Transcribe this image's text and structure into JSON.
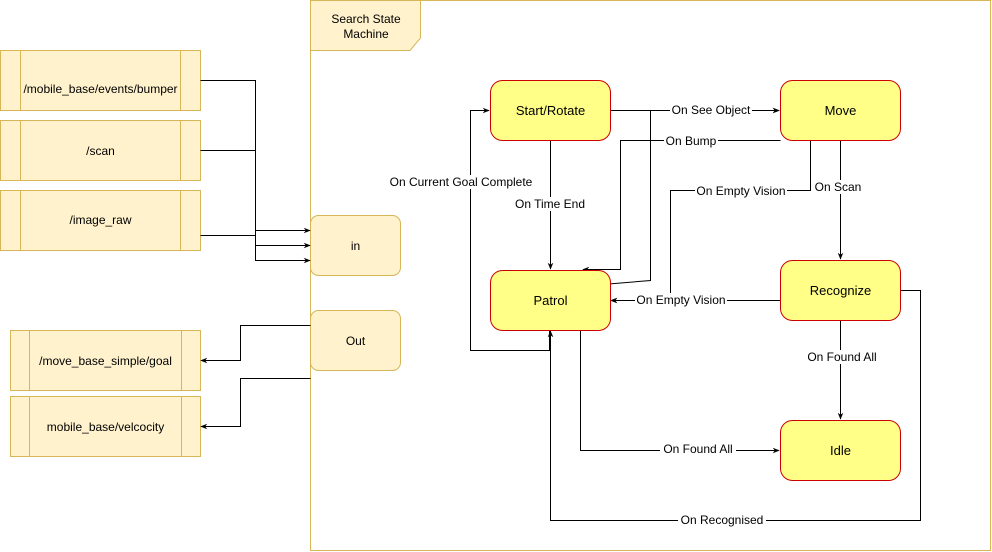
{
  "frame": {
    "title_line1": "Search State",
    "title_line2": "Machine"
  },
  "topics": {
    "bumper": "/mobile_base/events/bumper",
    "scan": "/scan",
    "image_raw": "/image_raw",
    "goal": "/move_base_simple/goal",
    "velocity": "mobile_base/velcocity"
  },
  "ports": {
    "in": "in",
    "out": "Out"
  },
  "states": {
    "start_rotate": "Start/Rotate",
    "move": "Move",
    "patrol": "Patrol",
    "recognize": "Recognize",
    "idle": "Idle"
  },
  "transitions": {
    "on_see_object": "On See Object",
    "on_bump": "On Bump",
    "on_current_goal_complete": "On Current Goal Complete",
    "on_time_end": "On Time End",
    "on_empty_vision_move": "On Empty Vision",
    "on_scan": "On Scan",
    "on_empty_vision_recognize": "On Empty Vision",
    "on_found_all_recognize": "On Found All",
    "on_found_all_patrol": "On Found All",
    "on_recognised": "On Recognised"
  },
  "colors": {
    "topic_fill": "#fff2cc",
    "topic_stroke": "#d6b656",
    "state_fill": "#ffff88",
    "state_stroke": "#cc0000"
  }
}
